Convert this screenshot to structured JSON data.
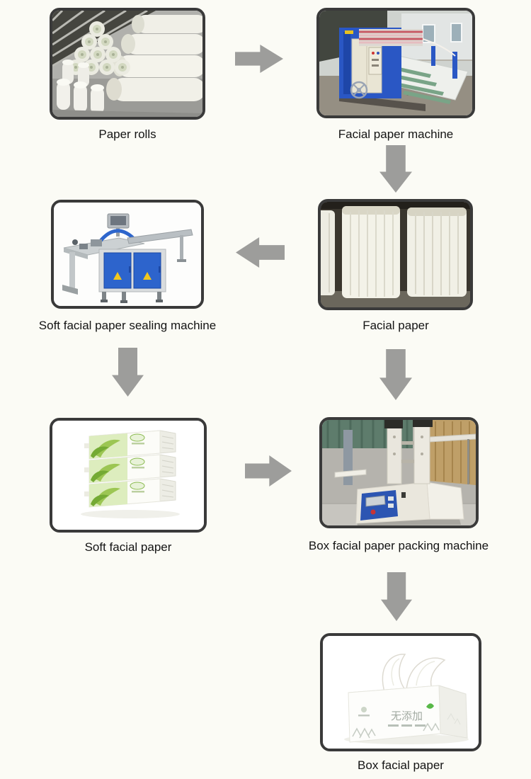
{
  "page": {
    "background_color": "#fbfbf5",
    "arrow_color": "#9d9d9b",
    "photo_border_color": "#3a3a3a"
  },
  "flow": {
    "nodes": [
      {
        "id": "paper-rolls",
        "label": "Paper rolls"
      },
      {
        "id": "facial-paper-machine",
        "label": "Facial paper machine"
      },
      {
        "id": "soft-facial-paper-sealing-machine",
        "label": "Soft facial paper sealing machine"
      },
      {
        "id": "facial-paper",
        "label": "Facial paper"
      },
      {
        "id": "soft-facial-paper",
        "label": "Soft facial paper"
      },
      {
        "id": "box-facial-paper-packing-machine",
        "label": "Box facial paper packing machine"
      },
      {
        "id": "box-facial-paper",
        "label": "Box facial paper"
      }
    ],
    "edges": [
      {
        "from": "paper-rolls",
        "to": "facial-paper-machine",
        "direction": "right"
      },
      {
        "from": "facial-paper-machine",
        "to": "facial-paper",
        "direction": "down"
      },
      {
        "from": "facial-paper",
        "to": "soft-facial-paper-sealing-machine",
        "direction": "left"
      },
      {
        "from": "soft-facial-paper-sealing-machine",
        "to": "soft-facial-paper",
        "direction": "down"
      },
      {
        "from": "facial-paper",
        "to": "box-facial-paper-packing-machine",
        "direction": "down"
      },
      {
        "from": "soft-facial-paper",
        "to": "box-facial-paper-packing-machine",
        "direction": "right"
      },
      {
        "from": "box-facial-paper-packing-machine",
        "to": "box-facial-paper",
        "direction": "down"
      }
    ],
    "box_product_text": "无添加"
  }
}
